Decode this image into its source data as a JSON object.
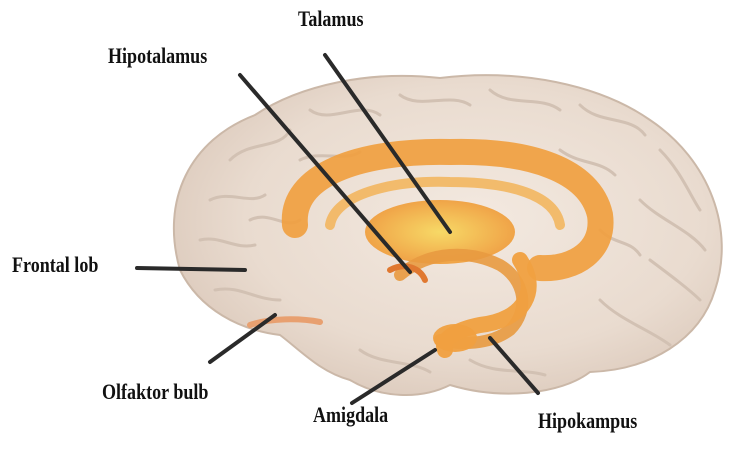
{
  "labels": {
    "talamus": "Talamus",
    "hipotalamus": "Hipotalamus",
    "frontal_lob": "Frontal lob",
    "olfaktor_bulb": "Olfaktor bulb",
    "amigdala": "Amigdala",
    "hipokampus": "Hipokampus"
  },
  "colors": {
    "brain": "#ece0d6",
    "gyri_lines": "#cdbdb0",
    "limbic_orange": "#f0a040",
    "limbic_core": "#f5c84a",
    "leader_line": "#2a2a2a"
  }
}
